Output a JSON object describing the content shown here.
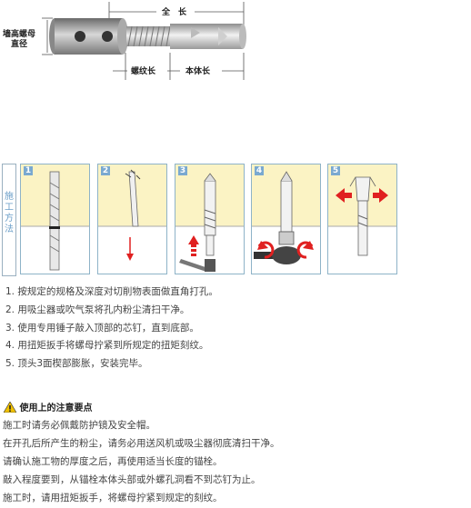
{
  "top_diagram": {
    "total_length": "全　长",
    "nut_diameter": [
      "墙高螺母",
      "直径"
    ],
    "thread_length": "螺纹长",
    "body_length": "本体长"
  },
  "side_label": "施工方法",
  "steps": [
    {
      "num": "1"
    },
    {
      "num": "2"
    },
    {
      "num": "3"
    },
    {
      "num": "4"
    },
    {
      "num": "5"
    }
  ],
  "instructions": [
    "1. 按规定的规格及深度对切削物表面做直角打孔。",
    "2. 用吸尘器或吹气泵将孔内粉尘清扫干净。",
    "3. 使用专用锤子敲入顶部的芯钉，直到底部。",
    "4. 用扭矩扳手将螺母拧紧到所规定的扭矩刻纹。",
    "5. 顶头3面楔部膨胀，安装完毕。"
  ],
  "notes_title": "使用上的注意要点",
  "notes": [
    "施工时请务必佩戴防护镜及安全帽。",
    "在开孔后所产生的粉尘，请务必用送风机或吸尘器彻底清扫干净。",
    "请确认施工物的厚度之后，再使用适当长度的锚栓。",
    "敲入程度要到，从锚栓本体头部或外螺孔洞看不到芯钉为止。",
    "施工时，请用扭矩扳手，将螺母拧紧到规定的刻纹。"
  ],
  "colors": {
    "wall": "#fbf3c4",
    "accent": "#7aa9d0",
    "arrow": "#e02020"
  }
}
